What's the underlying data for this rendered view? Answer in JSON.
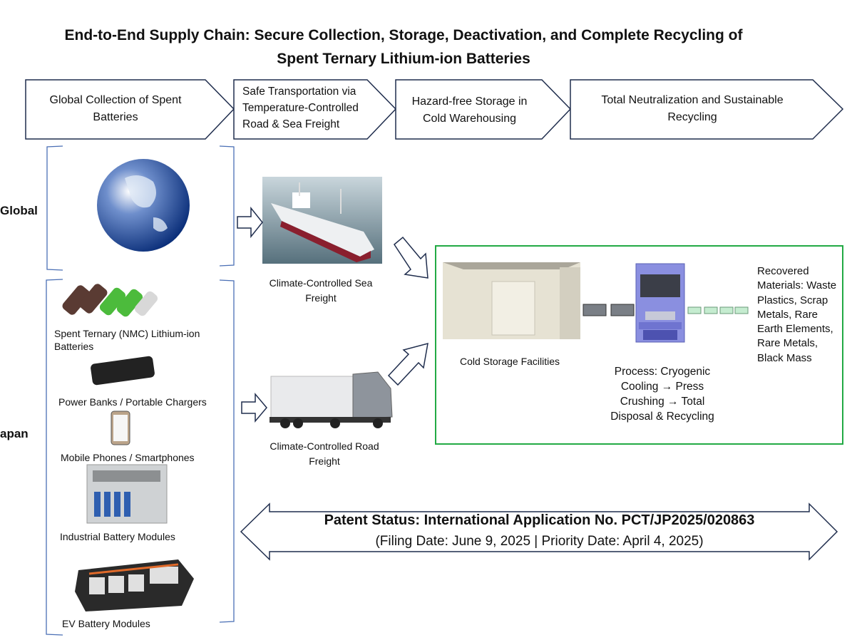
{
  "title": {
    "line1": "End-to-End Supply Chain: Secure Collection, Storage, Deactivation, and Complete Recycling of",
    "line2": "Spent Ternary Lithium-ion Batteries"
  },
  "steps": [
    {
      "text": "Global Collection of Spent Batteries"
    },
    {
      "text": "Safe Transportation via Temperature-Controlled Road & Sea Freight"
    },
    {
      "text": "Hazard-free Storage in Cold Warehousing"
    },
    {
      "text": "Total Neutralization and Sustainable Recycling"
    }
  ],
  "regions": {
    "global": "Global",
    "japan": "apan"
  },
  "sources": [
    {
      "label": "Spent Ternary (NMC) Lithium-ion Batteries"
    },
    {
      "label": "Power Banks / Portable Chargers"
    },
    {
      "label": "Mobile Phones / Smartphones"
    },
    {
      "label": "Industrial Battery Modules"
    },
    {
      "label": "EV Battery Modules"
    }
  ],
  "transport": {
    "sea": "Climate-Controlled Sea Freight",
    "road": "Climate-Controlled Road Freight"
  },
  "facility": {
    "storage_label": "Cold Storage Facilities",
    "process_label": "Process: Cryogenic Cooling → Press Crushing → Total Disposal & Recycling",
    "recovered_label": "Recovered Materials: Waste Plastics, Scrap Metals, Rare Earth Elements, Rare Metals, Black Mass",
    "border_color": "#22aa44"
  },
  "patent": {
    "line1": "Patent Status: International Application No. PCT/JP2025/020863",
    "line2": "(Filing Date: June 9, 2025 | Priority Date: April 4, 2025)"
  },
  "colors": {
    "outline": "#1f2d4d",
    "bracket": "#4a6fb5",
    "globe": "#123f8f"
  }
}
